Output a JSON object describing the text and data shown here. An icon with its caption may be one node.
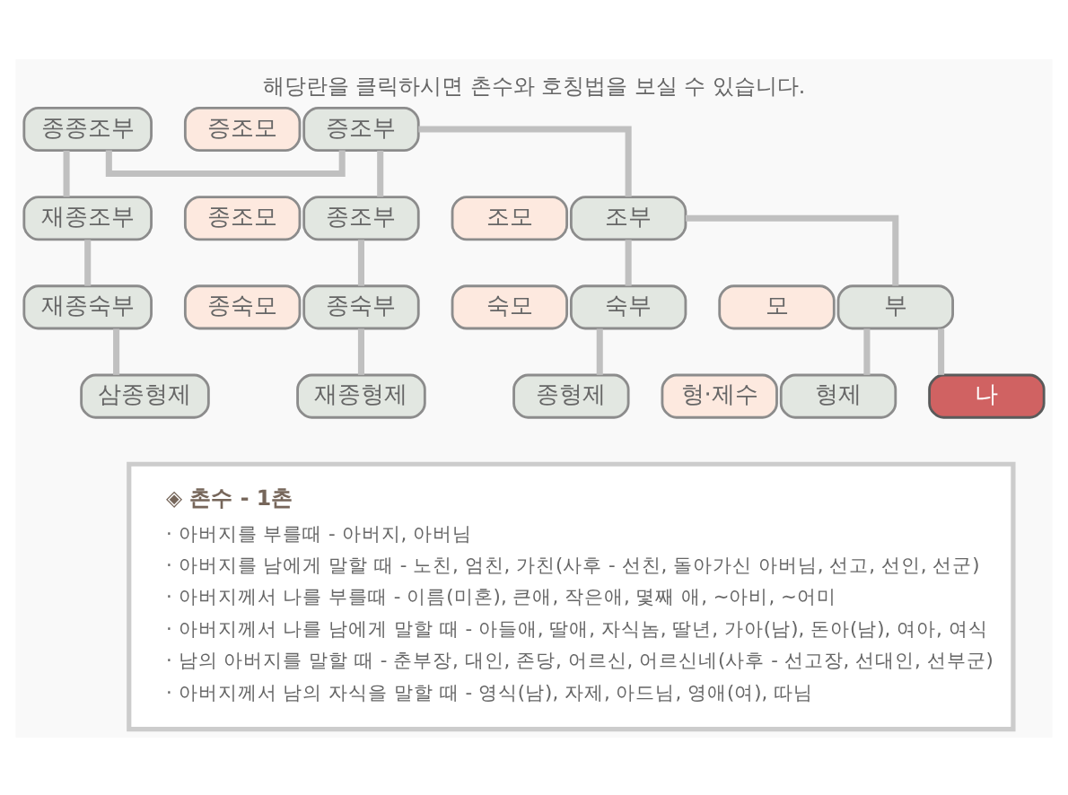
{
  "diagram": {
    "title": "해당란을 클릭하시면 촌수와 호칭법을 보실 수 있습니다.",
    "nodes": [
      {
        "text": [
          "종종조부"
        ]
      },
      {
        "text": [
          "증조모"
        ]
      },
      {
        "text": [
          "증조부"
        ]
      },
      {
        "text": [
          "재종조부"
        ]
      },
      {
        "text": [
          "종조모"
        ]
      },
      {
        "text": [
          "종조부"
        ]
      },
      {
        "text": [
          "조모"
        ]
      },
      {
        "text": [
          "조부"
        ]
      },
      {
        "text": [
          "재종숙부"
        ]
      },
      {
        "text": [
          "종숙모"
        ]
      },
      {
        "text": [
          "종숙부"
        ]
      },
      {
        "text": [
          "숙모"
        ]
      },
      {
        "text": [
          "숙부"
        ]
      },
      {
        "text": [
          "모"
        ]
      },
      {
        "text": [
          "부"
        ]
      },
      {
        "text": [
          "삼종형제"
        ]
      },
      {
        "text": [
          "재종형제"
        ]
      },
      {
        "text": [
          "종형제"
        ]
      },
      {
        "text": [
          "형·제수"
        ]
      },
      {
        "text": [
          "형제"
        ]
      },
      {
        "text": [
          "나"
        ]
      },
      {
        "text": [
          "◈ 촌수 - 1촌",
          "· 아버지를 부를때 - 아버지, 아버님",
          "· 아버지를 남에게 말할 때 - 노친, 엄친, 가친(사후 - 선친, 돌아가신 아버님, 선고, 선인, 선군)",
          "· 아버지께서 나를 부를때 - 이름(미혼), 큰애, 작은애, 몇째 애, ~아비, ~어미",
          "· 아버지께서 나를 남에게 말할 때 - 아들애, 딸애, 자식놈, 딸년, 가아(남), 돈아(남), 여아, 여식",
          "· 남의 아버지를 말할 때 - 춘부장, 대인, 존당, 어르신, 어르신네(사후 - 선고장, 선대인, 선부군)",
          "· 아버지께서 남의 자식을 말할 때 - 영식(남), 자제, 아드님, 영애(여), 따님"
        ]
      }
    ],
    "edges": [
      {
        "from": 0,
        "to": 2,
        "arrow": "none"
      },
      {
        "from": 0,
        "to": 3,
        "arrow": "none"
      },
      {
        "from": 3,
        "to": 8,
        "arrow": "none"
      },
      {
        "from": 8,
        "to": 15,
        "arrow": "none"
      },
      {
        "from": 2,
        "to": 7,
        "arrow": "none"
      },
      {
        "from": 2,
        "to": 5,
        "arrow": "none"
      },
      {
        "from": 5,
        "to": 10,
        "arrow": "none"
      },
      {
        "from": 10,
        "to": 16,
        "arrow": "none"
      },
      {
        "from": 7,
        "to": 14,
        "arrow": "none"
      },
      {
        "from": 7,
        "to": 12,
        "arrow": "none"
      },
      {
        "from": 12,
        "to": 17,
        "arrow": "none"
      },
      {
        "from": 14,
        "to": 20,
        "arrow": "none"
      },
      {
        "from": 14,
        "to": 19,
        "arrow": "none"
      }
    ]
  }
}
